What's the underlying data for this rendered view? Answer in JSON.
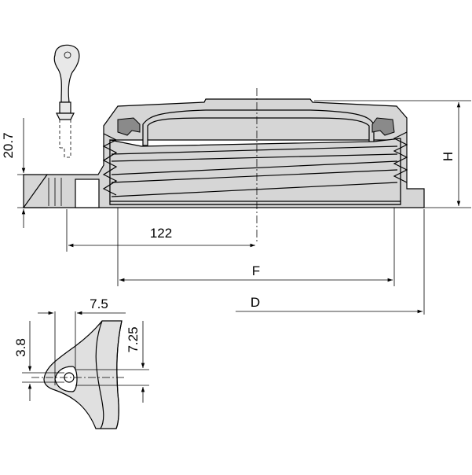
{
  "dimensions": {
    "h": "H",
    "left_height": "20.7",
    "offset": "122",
    "f": "F",
    "d": "D",
    "detail_width": "7.5",
    "detail_left": "3.8",
    "detail_right": "7.25"
  }
}
